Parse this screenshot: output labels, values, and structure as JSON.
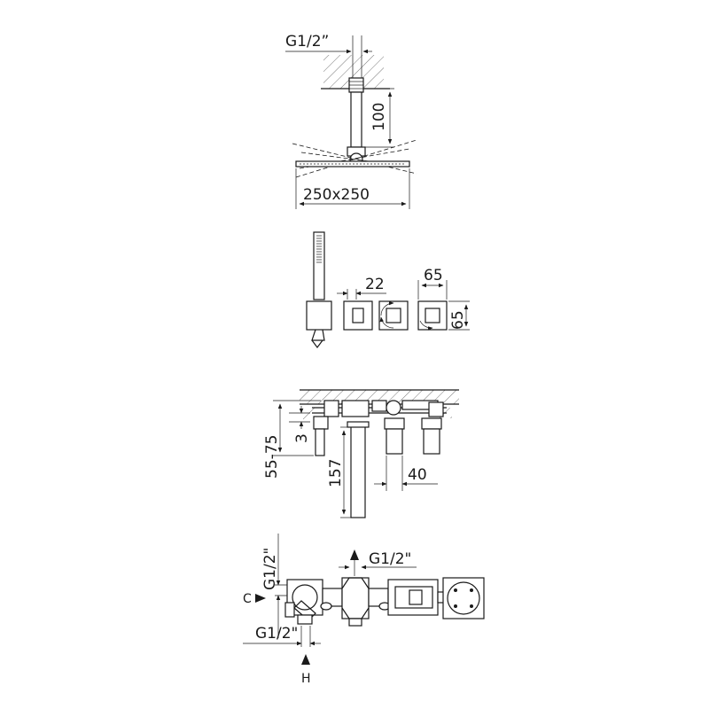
{
  "head": {
    "thread_label": "G1/2”",
    "arm_length": "100",
    "size_label": "250x250"
  },
  "plates": {
    "depth_label": "22",
    "width_label": "65",
    "height_label": "65"
  },
  "section": {
    "wall_depth_label": "55-75",
    "offset_label": "3",
    "spout_label": "157",
    "spacing_label": "40"
  },
  "body": {
    "top_thread_label": "G1/2\"",
    "side_thread_label": "G1/2\"",
    "bottom_thread_label": "G1/2\"",
    "inlet_c_label": "C",
    "inlet_h_label": "H"
  }
}
